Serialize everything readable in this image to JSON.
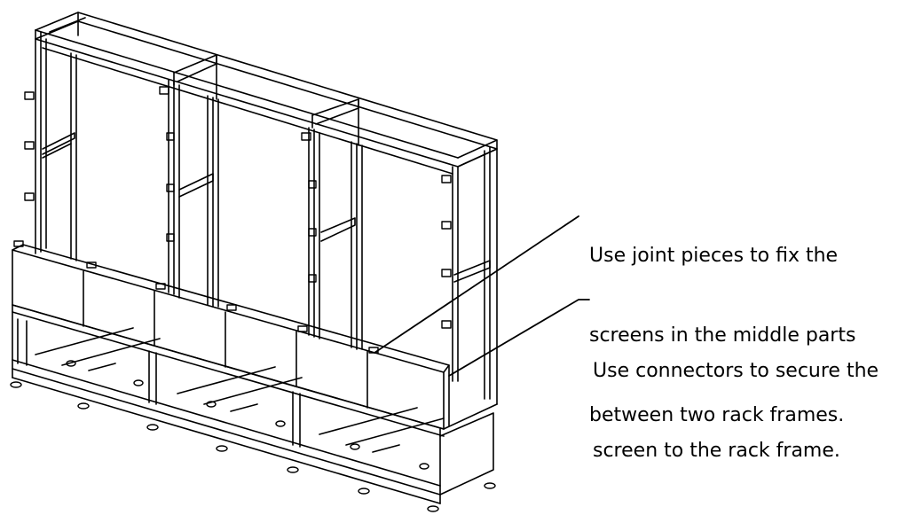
{
  "callouts": {
    "joint_pieces": [
      "Use joint pieces to fix the",
      "screens in the middle parts",
      "between two rack frames."
    ],
    "connectors": [
      "Use connectors to secure the",
      "screen to the rack frame."
    ]
  },
  "colors": {
    "line": "#000000",
    "background": "#ffffff"
  }
}
